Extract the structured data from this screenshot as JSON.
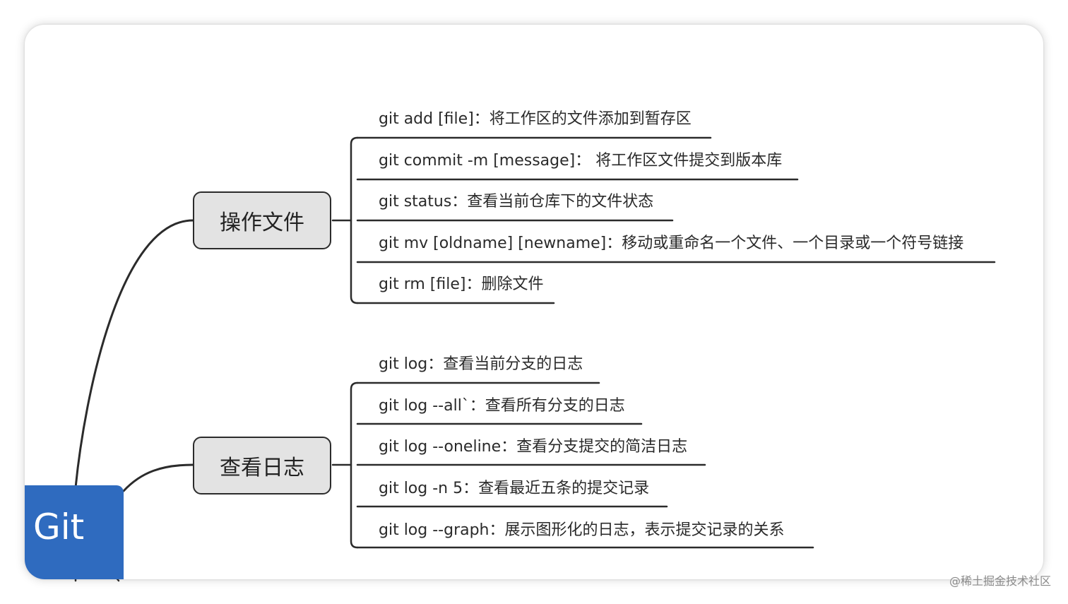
{
  "root": {
    "label": "Git",
    "color": "#2f6bbf"
  },
  "branches": [
    {
      "label": "操作文件",
      "leaves": [
        "git add [file]：将工作区的文件添加到暂存区",
        "git commit -m [message]： 将工作区文件提交到版本库",
        "git status：查看当前仓库下的文件状态",
        "git mv [oldname] [newname]：移动或重命名一个文件、一个目录或一个符号链接",
        "git rm [file]：删除文件"
      ]
    },
    {
      "label": "查看日志",
      "leaves": [
        "git log：查看当前分支的日志",
        "git log --all`：查看所有分支的日志",
        "git log --oneline：查看分支提交的简洁日志",
        "git log -n 5：查看最近五条的提交记录",
        "git log --graph：展示图形化的日志，表示提交记录的关系"
      ]
    }
  ],
  "watermark": "@稀土掘金技术社区",
  "colors": {
    "line": "#2b2b2b",
    "branch_fill": "#e3e3e3"
  }
}
